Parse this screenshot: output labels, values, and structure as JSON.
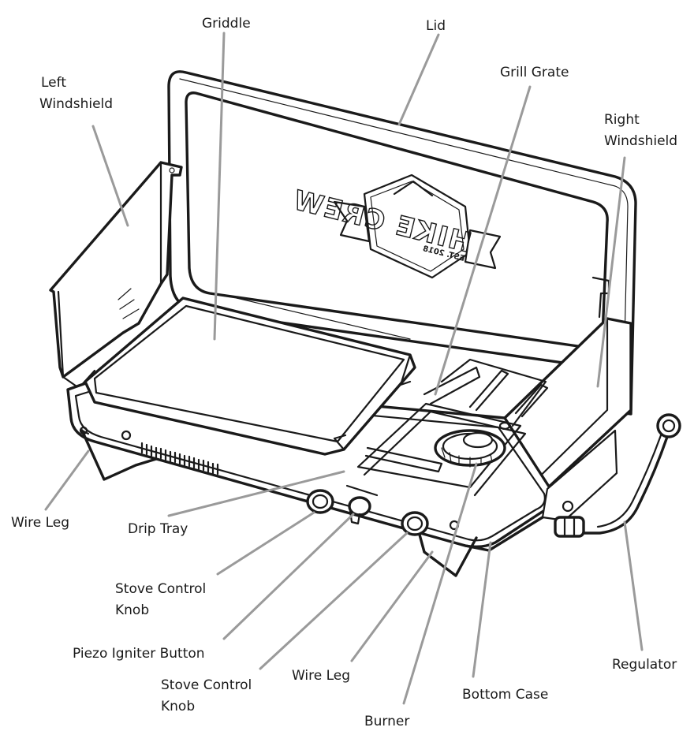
{
  "diagram": {
    "logo": {
      "brand": "HIKE CREW",
      "est": "EST. 2018"
    },
    "labels": {
      "griddle": "Griddle",
      "lid": "Lid",
      "left_windshield_1": "Left",
      "left_windshield_2": "Windshield",
      "grill_grate": "Grill Grate",
      "right_windshield_1": "Right",
      "right_windshield_2": "Windshield",
      "wire_leg_left": "Wire Leg",
      "drip_tray": "Drip Tray",
      "stove_knob_left_1": "Stove Control",
      "stove_knob_left_2": "Knob",
      "piezo": "Piezo Igniter Button",
      "stove_knob_right_1": "Stove Control",
      "stove_knob_right_2": "Knob",
      "wire_leg_right": "Wire Leg",
      "bottom_case": "Bottom Case",
      "regulator": "Regulator",
      "burner": "Burner"
    }
  }
}
